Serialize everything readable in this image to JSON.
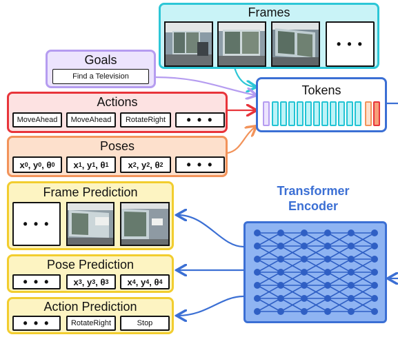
{
  "frames": {
    "title": "Frames",
    "more": "• • •"
  },
  "goals": {
    "title": "Goals",
    "goal_text": "Find a Television"
  },
  "tokens": {
    "title": "Tokens"
  },
  "actions": {
    "title": "Actions",
    "items": [
      "MoveAhead",
      "MoveAhead",
      "RotateRight"
    ],
    "more": "• • •"
  },
  "poses": {
    "title": "Poses",
    "items": [
      "x0, y0, θ0",
      "x1, y1, θ1",
      "x2, y2, θ2"
    ],
    "more": "• • •"
  },
  "transformer": {
    "label_line1": "Transformer",
    "label_line2": "Encoder"
  },
  "frame_prediction": {
    "title": "Frame Prediction",
    "more": "• • •"
  },
  "pose_prediction": {
    "title": "Pose Prediction",
    "items": [
      "x3, y3, θ3",
      "x4, y4, θ4"
    ],
    "more": "• • •"
  },
  "action_prediction": {
    "title": "Action Prediction",
    "items": [
      "RotateRight",
      "Stop"
    ],
    "more": "• • •"
  },
  "colors": {
    "frames": "#2cc6d6",
    "frames_fill": "#c9f3f7",
    "goals": "#b59cf0",
    "goals_fill": "#ece4fd",
    "actions": "#e8343a",
    "actions_fill": "#fde2e2",
    "poses": "#f2935a",
    "poses_fill": "#fde0cc",
    "prediction": "#f2cd2e",
    "prediction_fill": "#fdf4c2",
    "transformer": "#3b6fd4",
    "transformer_fill": "#8fb4f2"
  }
}
